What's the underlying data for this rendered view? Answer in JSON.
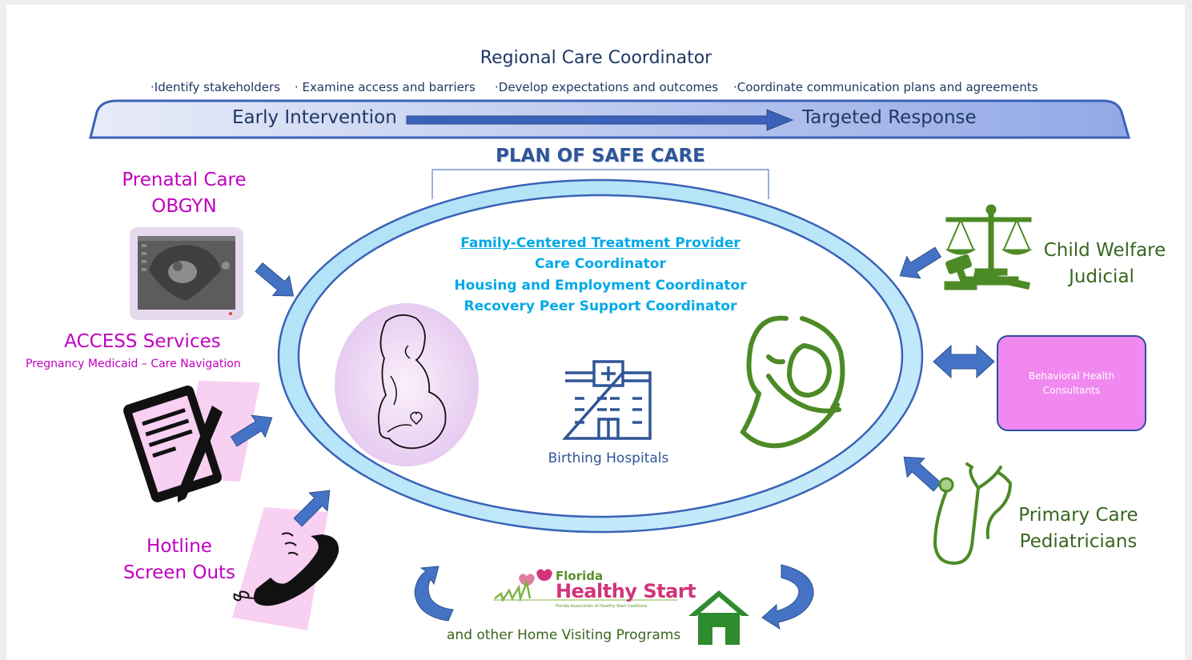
{
  "header": {
    "title": "Regional Care Coordinator",
    "bullets": [
      "·Identify stakeholders",
      "·  Examine access and barriers",
      "·Develop expectations and outcomes",
      "·Coordinate communication plans and agreements"
    ]
  },
  "banner": {
    "left_label": "Early Intervention",
    "right_label": "Targeted Response"
  },
  "plan_title": "PLAN OF SAFE CARE",
  "center": {
    "coordinators": [
      "Family-Centered Treatment Provider",
      "Care Coordinator",
      "Housing and Employment Coordinator",
      "Recovery Peer Support Coordinator"
    ],
    "hospital_label": "Birthing Hospitals"
  },
  "left": {
    "prenatal": [
      "Prenatal Care",
      "OBGYN"
    ],
    "access_title": "ACCESS Services",
    "access_subtitle": "Pregnancy Medicaid – Care Navigation",
    "hotline": [
      "Hotline",
      "Screen Outs"
    ]
  },
  "right": {
    "child_welfare": [
      "Child Welfare",
      "Judicial"
    ],
    "behavioral_health": "Behavioral Health Consultants",
    "primary_care": [
      "Primary Care",
      "Pediatricians"
    ]
  },
  "bottom": {
    "logo_small": "Florida",
    "logo_big": "Healthy Start",
    "logo_tagline": "Florida Association of Healthy Start Coalitions",
    "caption": "and other Home Visiting Programs"
  },
  "colors": {
    "navy_text": "#1f3864",
    "arrow_blue": "#4472c4",
    "magenta": "#c000c0",
    "green": "#38661f",
    "cyan_text": "#00a9e6",
    "ring_fill": "#bde7f8",
    "bh_box": "#f088f0"
  },
  "icons": [
    "ultrasound-icon",
    "clipboard-pen-icon",
    "phone-icon",
    "pregnant-woman-icon",
    "hospital-icon",
    "mother-baby-icon",
    "scales-gavel-icon",
    "stethoscope-icon",
    "house-icon",
    "tulip-icon"
  ]
}
